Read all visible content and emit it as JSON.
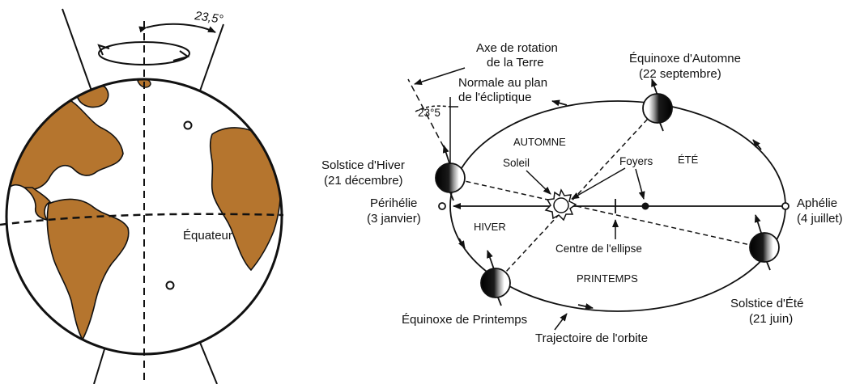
{
  "globe": {
    "tilt_label": "23,5°",
    "equator_label": "Équateur",
    "ocean_color": "#ffffff",
    "land_color": "#b5752e",
    "outline_color": "#111111"
  },
  "orbit": {
    "axis_label_1": "Axe de rotation",
    "axis_label_2": "de la Terre",
    "normal_label_1": "Normale au plan",
    "normal_label_2": "de l'écliptique",
    "angle_label": "23°5",
    "equinox_autumn_1": "Équinoxe d'Automne",
    "equinox_autumn_2": "(22 septembre)",
    "solstice_winter_1": "Solstice d'Hiver",
    "solstice_winter_2": "(21 décembre)",
    "perihelion_1": "Périhélie",
    "perihelion_2": "(3 janvier)",
    "aphelion_1": "Aphélie",
    "aphelion_2": "(4 juillet)",
    "sun_label": "Soleil",
    "foci_label": "Foyers",
    "center_label": "Centre de l'ellipse",
    "season_autumn": "AUTOMNE",
    "season_summer": "ÉTÉ",
    "season_winter": "HIVER",
    "season_spring": "PRINTEMPS",
    "solstice_summer_1": "Solstice d'Été",
    "solstice_summer_2": "(21 juin)",
    "equinox_spring": "Équinoxe de Printemps",
    "trajectory_label": "Trajectoire de l'orbite"
  }
}
